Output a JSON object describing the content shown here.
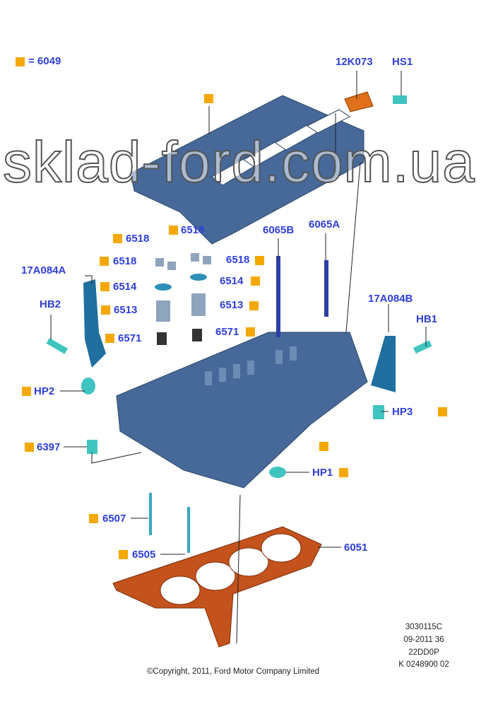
{
  "legend": {
    "text": "= 6049",
    "marker_color": "#f5a800"
  },
  "labels": {
    "l12K073": "12K073",
    "HS1": "HS1",
    "l6518a": "6518",
    "l6518b": "6518",
    "l6518c": "6518",
    "l6518d": "6518",
    "l6514a": "6514",
    "l6514b": "6514",
    "l6513a": "6513",
    "l6513b": "6513",
    "l6571a": "6571",
    "l6571b": "6571",
    "l17A084A": "17A084A",
    "HB2": "HB2",
    "l6065B": "6065B",
    "l6065A": "6065A",
    "l17A084B": "17A084B",
    "HB1": "HB1",
    "HP2": "HP2",
    "HP3": "HP3",
    "l6397": "6397",
    "HP1": "HP1",
    "l6507": "6507",
    "l6505": "6505",
    "l6051": "6051"
  },
  "codes": [
    "3030115C",
    "09-2011 36",
    "22DD0P",
    "K 0248900 02"
  ],
  "copyright": "©Copyright, 2011, Ford Motor Company Limited",
  "watermark": "sklad-ford.com.ua",
  "colors": {
    "label": "#2d3fd8",
    "marker": "#f5a800",
    "part_blue": "#41648f",
    "gasket": "#c4521c",
    "teal": "#3fc4c0"
  }
}
